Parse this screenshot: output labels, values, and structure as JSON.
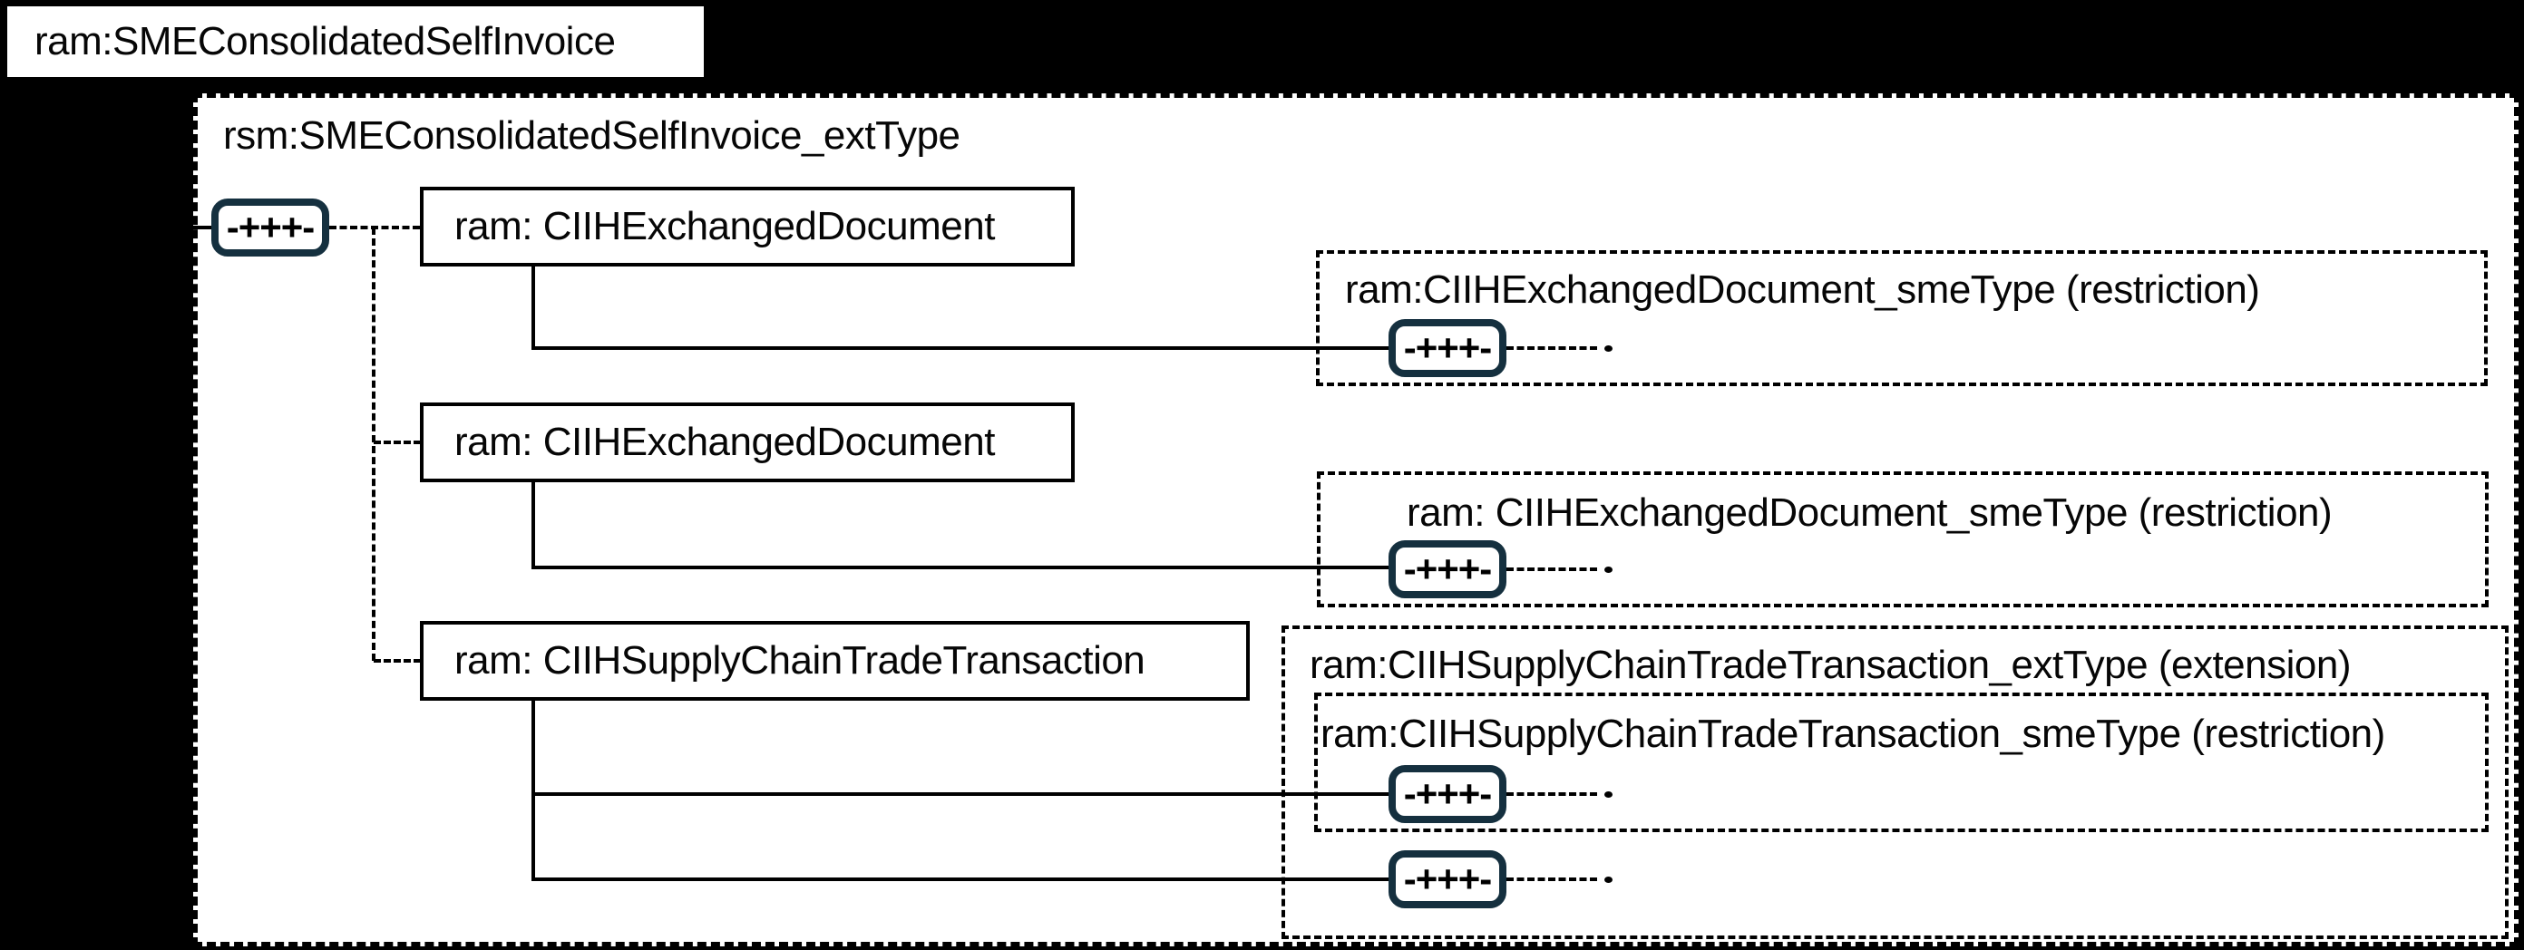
{
  "schema": {
    "root_element": "ram:SMEConsolidatedSelfInvoice",
    "root_type": "rsm:SMEConsolidatedSelfInvoice_extType",
    "connector_glyph": "-+++-",
    "colors": {
      "background": "#000000",
      "box_fill": "#ffffff",
      "line": "#000000",
      "connector_border": "#15303f"
    },
    "children": [
      {
        "label": "ram: CIIHExchangedDocument",
        "type_label": "ram:CIIHExchangedDocument_smeType (restriction)"
      },
      {
        "label": "ram: CIIHExchangedDocument",
        "type_label": "ram: CIIHExchangedDocument_smeType (restriction)"
      },
      {
        "label": "ram: CIIHSupplyChainTradeTransaction",
        "type_label": "ram:CIIHSupplyChainTradeTransaction_extType (extension)",
        "inner_type_label": "ram:CIIHSupplyChainTradeTransaction_smeType (restriction)"
      }
    ]
  }
}
